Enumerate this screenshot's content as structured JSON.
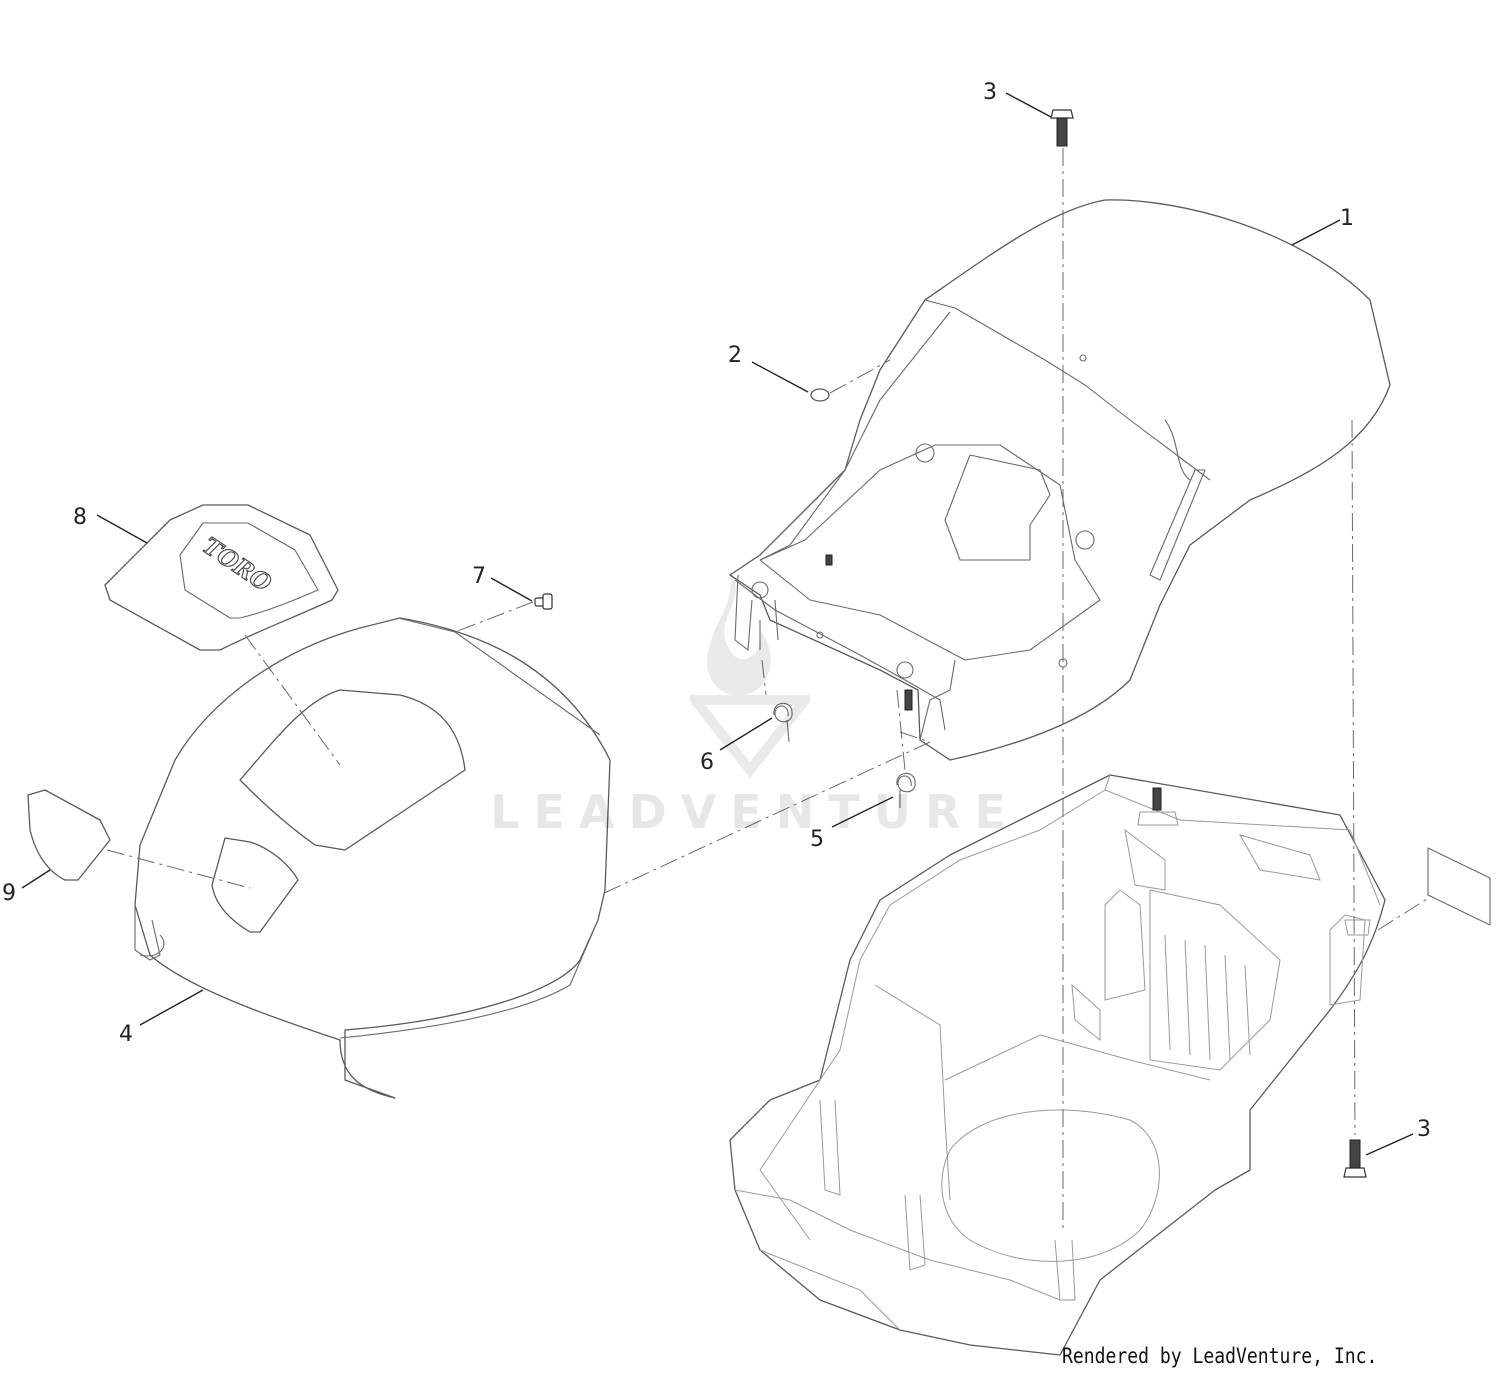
{
  "callouts": [
    {
      "id": "1",
      "label": "1"
    },
    {
      "id": "2",
      "label": "2"
    },
    {
      "id": "3a",
      "label": "3"
    },
    {
      "id": "3b",
      "label": "3"
    },
    {
      "id": "4",
      "label": "4"
    },
    {
      "id": "5",
      "label": "5"
    },
    {
      "id": "6",
      "label": "6"
    },
    {
      "id": "7",
      "label": "7"
    },
    {
      "id": "8",
      "label": "8"
    },
    {
      "id": "9",
      "label": "9"
    }
  ],
  "decal_logo_text": "TORO",
  "watermark_text": "LEADVENTURE",
  "credit_text": "Rendered by LeadVenture, Inc."
}
